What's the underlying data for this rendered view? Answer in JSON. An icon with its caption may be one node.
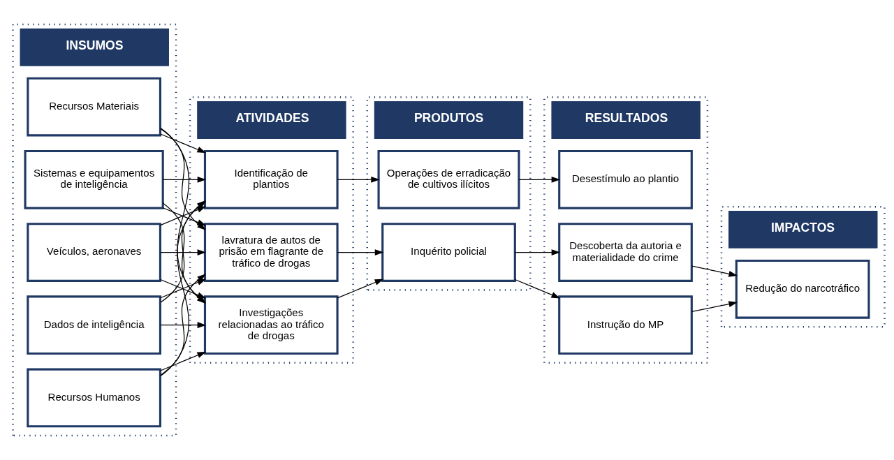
{
  "diagram": {
    "nodes": [
      {
        "text": [
          "INSUMOS"
        ]
      },
      {
        "text": [
          "Recursos Humanos"
        ],
        "in": 0
      },
      {
        "text": [
          "Recursos Materiais"
        ],
        "in": 0
      },
      {
        "text": [
          "Sistemas e equipamentos de inteligência"
        ],
        "in": 0
      },
      {
        "text": [
          "Veículos, aeronaves"
        ],
        "in": 0
      },
      {
        "text": [
          "Dados de inteligência"
        ],
        "in": 0
      },
      {
        "text": [
          "ATIVIDADES"
        ]
      },
      {
        "text": [
          "lavratura de autos de prisão em flagrante de tráfico de drogas"
        ],
        "in": 6
      },
      {
        "text": [
          "Investigações relacionadas ao tráfico de drogas"
        ],
        "in": 6
      },
      {
        "text": [
          "Identificação de plantios"
        ],
        "in": 6
      },
      {
        "text": [
          "PRODUTOS"
        ]
      },
      {
        "text": [
          "Inquérito policial"
        ],
        "in": 10
      },
      {
        "text": [
          "Operações de erradicação de cultivos ilícitos"
        ],
        "in": 10
      },
      {
        "text": [
          "RESULTADOS"
        ]
      },
      {
        "text": [
          "Descoberta da autoria e materialidade do crime"
        ],
        "in": 13
      },
      {
        "text": [
          "Instrução do MP"
        ],
        "in": 13
      },
      {
        "text": [
          "Desestímulo ao plantio"
        ],
        "in": 13
      },
      {
        "text": [
          "IMPACTOS"
        ]
      },
      {
        "text": [
          "Redução do narcotráfico"
        ],
        "in": 17
      }
    ],
    "edges": [
      {
        "from": 1,
        "to": 7,
        "arrow": "to"
      },
      {
        "from": 1,
        "to": 8,
        "arrow": "to"
      },
      {
        "from": 1,
        "to": 9,
        "arrow": "to"
      },
      {
        "from": 2,
        "to": 7,
        "arrow": "to"
      },
      {
        "from": 2,
        "to": 8,
        "arrow": "to"
      },
      {
        "from": 2,
        "to": 9,
        "arrow": "to"
      },
      {
        "from": 3,
        "to": 7,
        "arrow": "to"
      },
      {
        "from": 3,
        "to": 8,
        "arrow": "to"
      },
      {
        "from": 3,
        "to": 9,
        "arrow": "to"
      },
      {
        "from": 4,
        "to": 7,
        "arrow": "to"
      },
      {
        "from": 4,
        "to": 8,
        "arrow": "to"
      },
      {
        "from": 4,
        "to": 9,
        "arrow": "to"
      },
      {
        "from": 5,
        "to": 7,
        "arrow": "to"
      },
      {
        "from": 5,
        "to": 8,
        "arrow": "to"
      },
      {
        "from": 5,
        "to": 9,
        "arrow": "to"
      },
      {
        "from": 7,
        "to": 11,
        "arrow": "to"
      },
      {
        "from": 8,
        "to": 11,
        "arrow": "to"
      },
      {
        "from": 9,
        "to": 12,
        "arrow": "to"
      },
      {
        "from": 11,
        "to": 14,
        "arrow": "to"
      },
      {
        "from": 11,
        "to": 15,
        "arrow": "to"
      },
      {
        "from": 12,
        "to": 16,
        "arrow": "to"
      },
      {
        "from": 14,
        "to": 18,
        "arrow": "to"
      },
      {
        "from": 15,
        "to": 18,
        "arrow": "to"
      }
    ]
  }
}
